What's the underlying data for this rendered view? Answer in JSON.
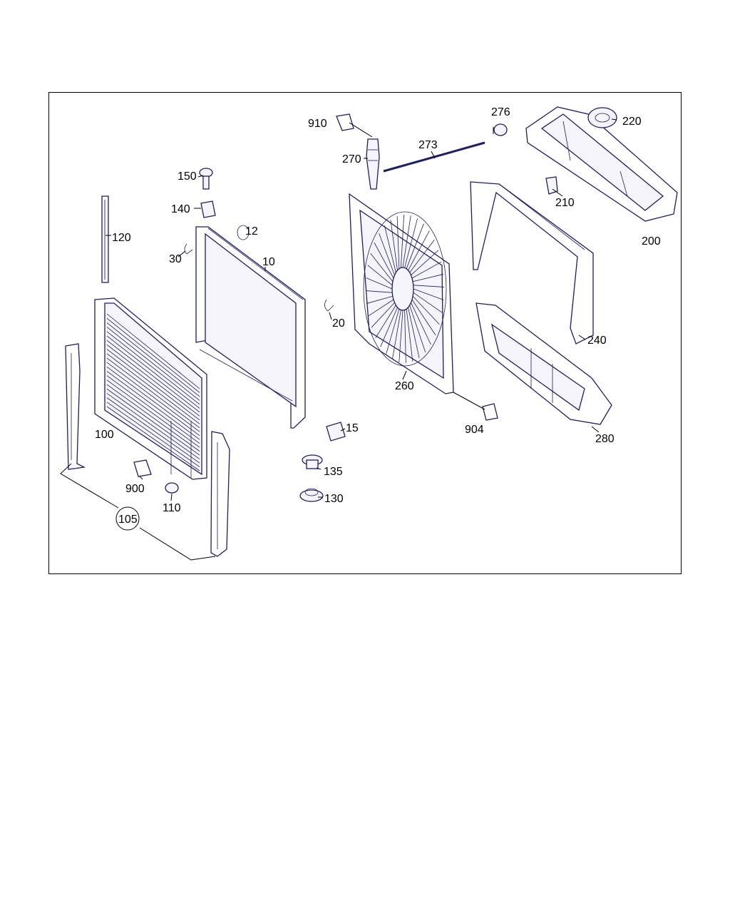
{
  "labels": {
    "l910": "910",
    "l276": "276",
    "l220": "220",
    "l273": "273",
    "l270": "270",
    "l150": "150",
    "l140": "140",
    "l210": "210",
    "l120": "120",
    "l12": "12",
    "l200": "200",
    "l30": "30",
    "l10": "10",
    "l20": "20",
    "l240": "240",
    "l260": "260",
    "l100": "100",
    "l15": "15",
    "l904": "904",
    "l280": "280",
    "l135": "135",
    "l900": "900",
    "l110": "110",
    "l130": "130",
    "l105": "105"
  },
  "colors": {
    "line": "#1e1e64",
    "frame": "#000000"
  }
}
